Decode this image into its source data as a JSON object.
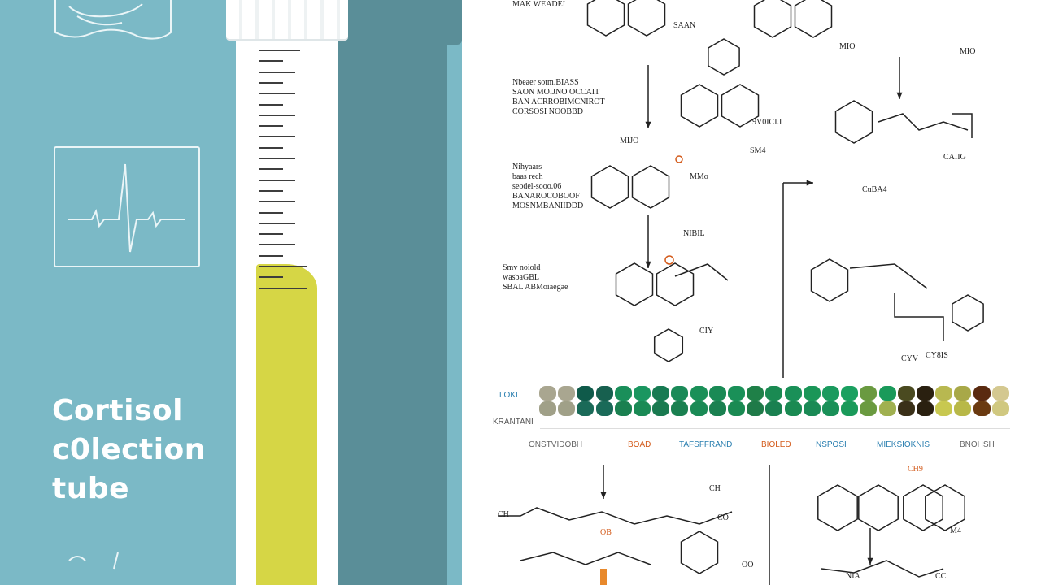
{
  "title": {
    "line1": "Cortisol",
    "line2": "c0lection",
    "line3": "tube"
  },
  "tube": {
    "fill_fraction": 0.55,
    "liquid_color": "#d6d645"
  },
  "colors": {
    "panel": "#7bb9c6",
    "panel_dark": "#5a8e98",
    "accent_orange": "#d35a1a"
  },
  "icons": [
    "document-wave-icon",
    "ecg-monitor-icon",
    "arrow-down-icon",
    "arrow-right-icon"
  ],
  "labels": {
    "top_mol": "MAK WEADEI",
    "top_mol_r": "SAAN",
    "top_right": "MIO",
    "top_right2": "MIO",
    "block1": [
      "Nbeaer sotm.BIASS",
      "SAON MOIJNO OCCAIT",
      "BAN ACRROBIMCNIROT",
      "CORSOSI NOOBBD"
    ],
    "r1": "9V0ICI.I",
    "r2": "SM4",
    "mul": "MIJO",
    "mo": "MMo",
    "block2": [
      "Nihyaars",
      "baas rech",
      "seodel-sooo.06",
      "BANAROCOBOOF",
      "MOSNMBANIIDDD"
    ],
    "mol2": "NIBIL",
    "c1": "CAIIG",
    "c2": "CuBA4",
    "block3": [
      "Smv noiold",
      "wasbaGBL",
      "SBAL ABMoiaegae"
    ],
    "cy": "CIY",
    "cy2": "CYV",
    "cy3": "CY8IS",
    "ch": "CH9"
  },
  "heatmap": {
    "row_labels": [
      "LOKI",
      "KRANTANI"
    ],
    "col_labels": [
      "ONSTVIDOBH",
      "BOAD",
      "TAFSFFRAND",
      "BIOLED",
      "NSPOSI",
      "MIEKSIOKNIS",
      "BNOHSH"
    ],
    "rows": [
      [
        "#a9a690",
        "#a9a690",
        "#0f5a4a",
        "#17604f",
        "#1a8f5a",
        "#1a9660",
        "#177a52",
        "#1a8a58",
        "#1a9058",
        "#1a8a55",
        "#1a9058",
        "#1f8048",
        "#1a8a52",
        "#1a9058",
        "#1a9658",
        "#1a9a5e",
        "#1aa060",
        "#6a9a40",
        "#1a9a5a",
        "#4a4a20",
        "#2a2010",
        "#b8b850",
        "#a8a848",
        "#5a2a10",
        "#d4c890"
      ],
      [
        "#a0a088",
        "#a0a088",
        "#1a6a58",
        "#1a6a58",
        "#1a8050",
        "#1a8a55",
        "#1a7a50",
        "#1a8050",
        "#1a8a55",
        "#1a8050",
        "#1a8a52",
        "#1f7a48",
        "#1a8050",
        "#1a8a52",
        "#1a8a55",
        "#1a9058",
        "#1a9a5a",
        "#6a9a40",
        "#a0b050",
        "#3a3018",
        "#2a2010",
        "#c8c850",
        "#b8b848",
        "#6a3a10",
        "#d0c880"
      ]
    ]
  },
  "bottom": {
    "b1": "CH",
    "b2": "CO",
    "b3": "OO",
    "b4": "NIA",
    "b5": "CH",
    "b6": "OB",
    "b7": "M4",
    "b8": "CC"
  }
}
